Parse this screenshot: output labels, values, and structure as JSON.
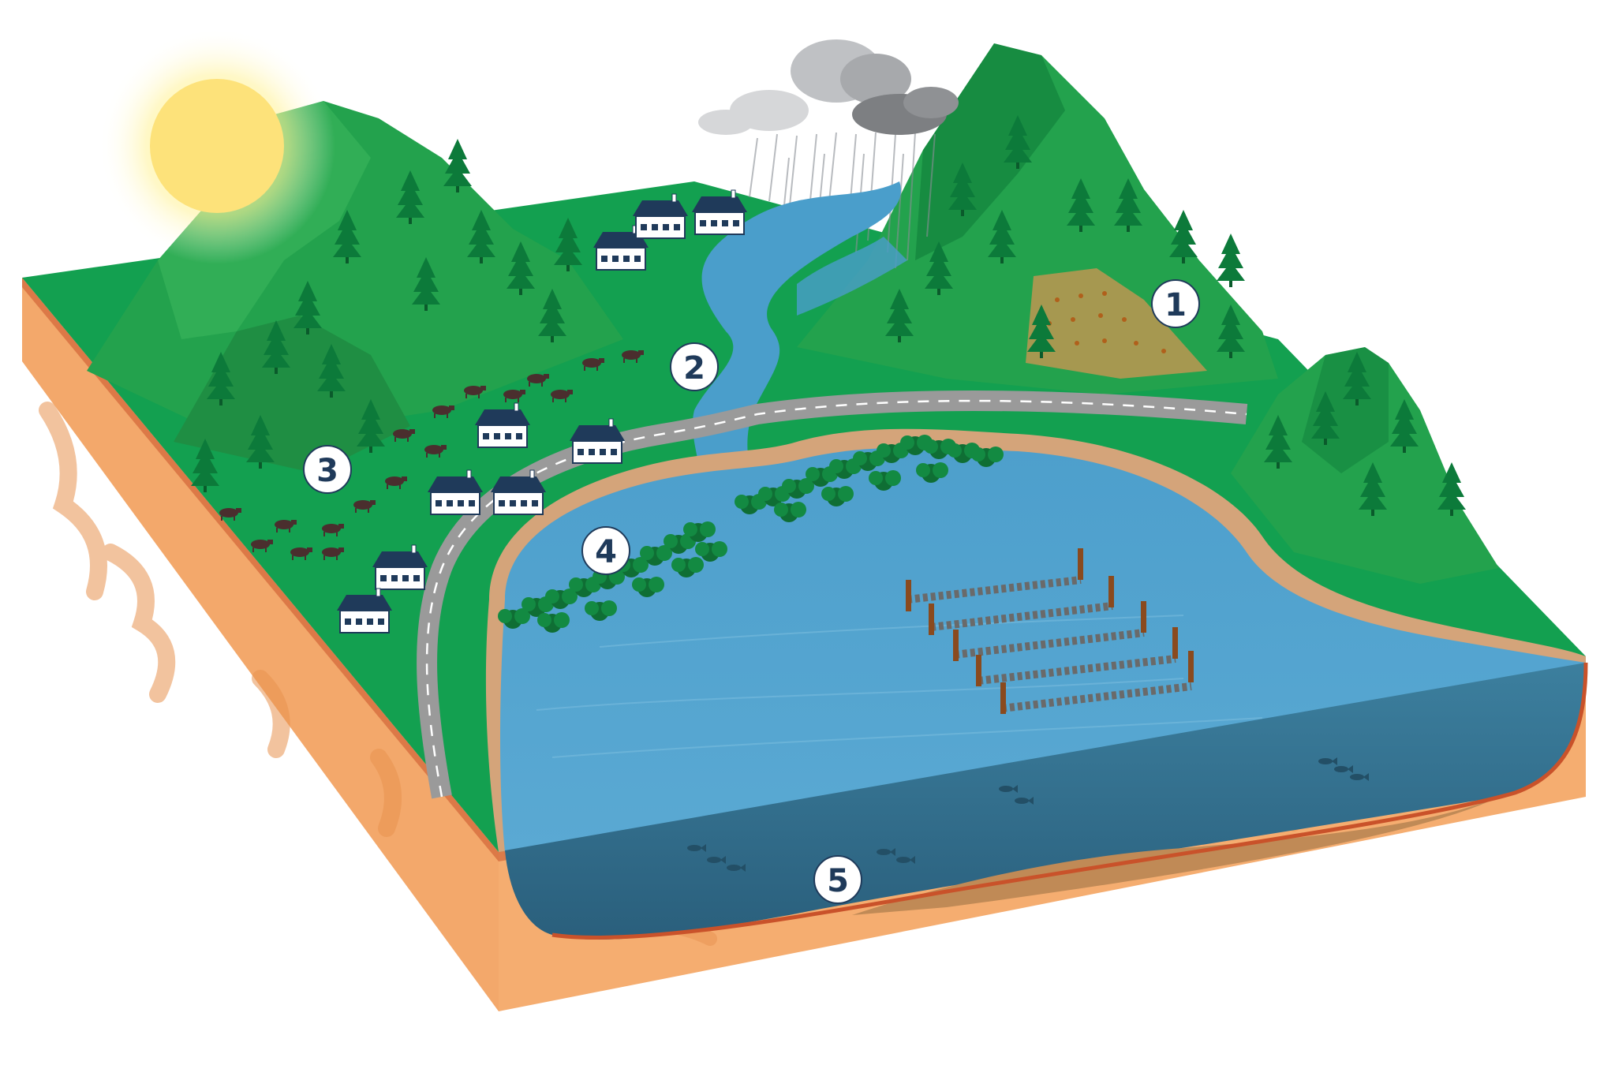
{
  "markers": [
    {
      "id": "forestry-plot",
      "label": "1"
    },
    {
      "id": "river-inflow",
      "label": "2"
    },
    {
      "id": "farmland-village",
      "label": "3"
    },
    {
      "id": "wetland-vegetation",
      "label": "4"
    },
    {
      "id": "lake-bed",
      "label": "5"
    }
  ],
  "colors": {
    "soil": "#f3a86b",
    "soil_dark": "#e58b4a",
    "grass": "#13a050",
    "mountain": "#23a24d",
    "mountain_dark": "#0f7d3b",
    "water_surface": "#4a9ecb",
    "water_deep": "#2f6e8f",
    "road": "#9a9a9a",
    "sun": "#fde27a",
    "marker_fill": "#ffffff",
    "marker_text": "#1f3a5a"
  },
  "icons": [
    "sun-icon",
    "rain-cloud-icon",
    "house-icon",
    "cow-icon",
    "pine-tree-icon",
    "fish-icon",
    "oyster-rack-icon"
  ]
}
